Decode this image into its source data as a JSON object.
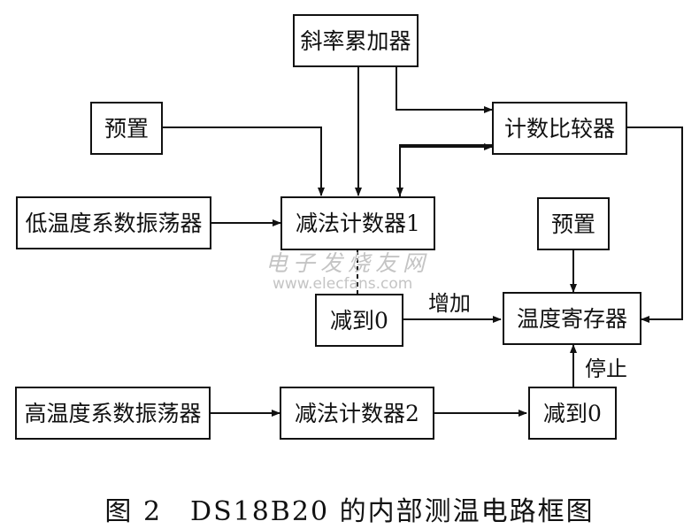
{
  "blocks": {
    "slope_accumulator": "斜率累加器",
    "preset_top": "预置",
    "counter_comparator": "计数比较器",
    "low_temp_oscillator": "低温度系数振荡器",
    "down_counter_1": "减法计数器1",
    "preset_right": "预置",
    "reach_zero_1": "减到0",
    "temperature_register": "温度寄存器",
    "high_temp_oscillator": "高温度系数振荡器",
    "down_counter_2": "减法计数器2",
    "reach_zero_2": "减到0"
  },
  "labels": {
    "increase": "增加",
    "stop": "停止"
  },
  "watermark": {
    "name": "电子发烧友网",
    "url": "www.elecfans.com"
  },
  "caption": "图 2　DS18B20 的内部测温电路框图"
}
